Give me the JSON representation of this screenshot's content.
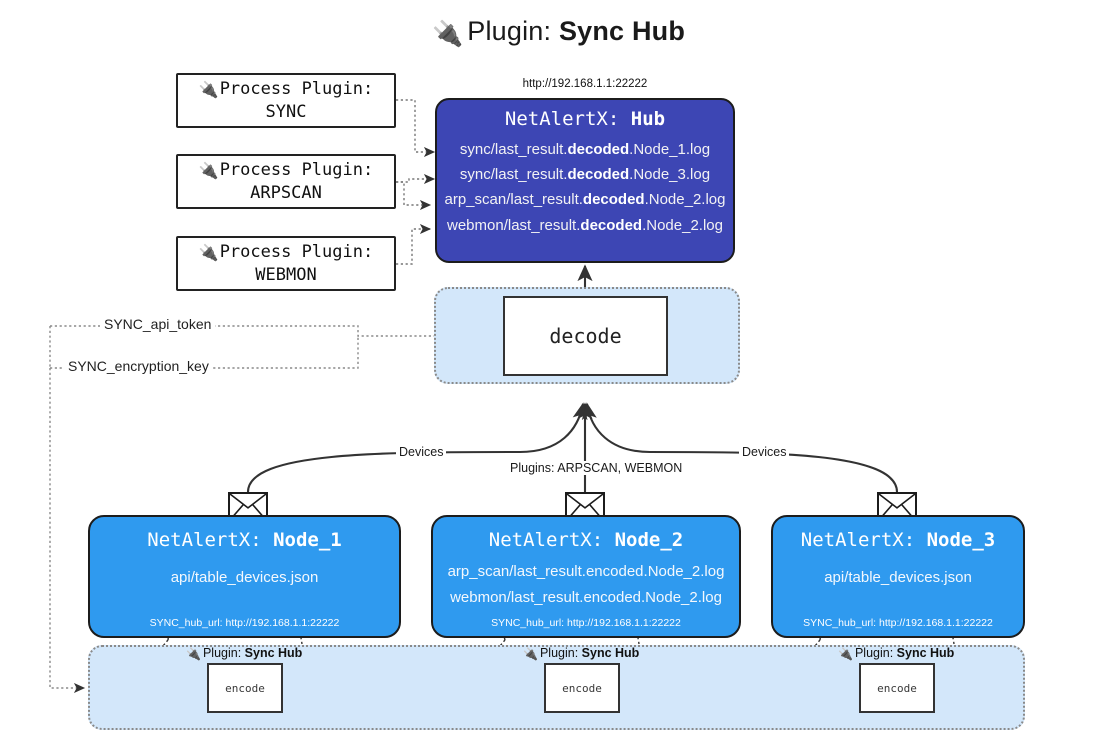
{
  "title": {
    "icon": "plug-icon",
    "prefix": "Plugin:",
    "name": "Sync Hub"
  },
  "hub": {
    "url": "http://192.168.1.1:22222",
    "title_prefix": "NetAlertX:",
    "title_name": "Hub",
    "lines": [
      {
        "pre": "sync/last_result.",
        "mid": "decoded",
        "post": ".Node_1.log"
      },
      {
        "pre": "sync/last_result.",
        "mid": "decoded",
        "post": ".Node_3.log"
      },
      {
        "pre": "arp_scan/last_result.",
        "mid": "decoded",
        "post": ".Node_2.log"
      },
      {
        "pre": "webmon/last_result.",
        "mid": "decoded",
        "post": ".Node_2.log"
      }
    ]
  },
  "process_plugins": [
    {
      "icon": "plug-icon",
      "label": "Process Plugin:",
      "name": "SYNC"
    },
    {
      "icon": "plug-icon",
      "label": "Process Plugin:",
      "name": "ARPSCAN"
    },
    {
      "icon": "plug-icon",
      "label": "Process Plugin:",
      "name": "WEBMON"
    }
  ],
  "decode": {
    "label": "decode"
  },
  "params": [
    {
      "label": "SYNC_api_token"
    },
    {
      "label": "SYNC_encryption_key"
    }
  ],
  "edge_labels": {
    "left_devices": "Devices",
    "right_devices": "Devices",
    "center_plugins": "Plugins: ARPSCAN, WEBMON"
  },
  "nodes": [
    {
      "title_prefix": "NetAlertX:",
      "title_name": "Node_1",
      "lines": [
        "api/table_devices.json"
      ],
      "footer": "SYNC_hub_url: http://192.168.1.1:22222",
      "envelope_icon": "envelope-icon"
    },
    {
      "title_prefix": "NetAlertX:",
      "title_name": "Node_2",
      "lines": [
        "arp_scan/last_result.encoded.Node_2.log",
        "webmon/last_result.encoded.Node_2.log"
      ],
      "footer": "SYNC_hub_url: http://192.168.1.1:22222",
      "envelope_icon": "envelope-icon"
    },
    {
      "title_prefix": "NetAlertX:",
      "title_name": "Node_3",
      "lines": [
        "api/table_devices.json"
      ],
      "footer": "SYNC_hub_url: http://192.168.1.1:22222",
      "envelope_icon": "envelope-icon"
    }
  ],
  "encoders": [
    {
      "tag_icon": "plug-icon",
      "tag_prefix": "Plugin:",
      "tag_name": "Sync Hub",
      "label": "encode"
    },
    {
      "tag_icon": "plug-icon",
      "tag_prefix": "Plugin:",
      "tag_name": "Sync Hub",
      "label": "encode"
    },
    {
      "tag_icon": "plug-icon",
      "tag_prefix": "Plugin:",
      "tag_name": "Sync Hub",
      "label": "encode"
    }
  ],
  "colors": {
    "hub_fill": "#3d46b4",
    "node_fill": "#2f9aef",
    "band_fill": "#d3e7fa",
    "stroke": "#1c1c1c",
    "dotted": "#8a8a8a"
  }
}
